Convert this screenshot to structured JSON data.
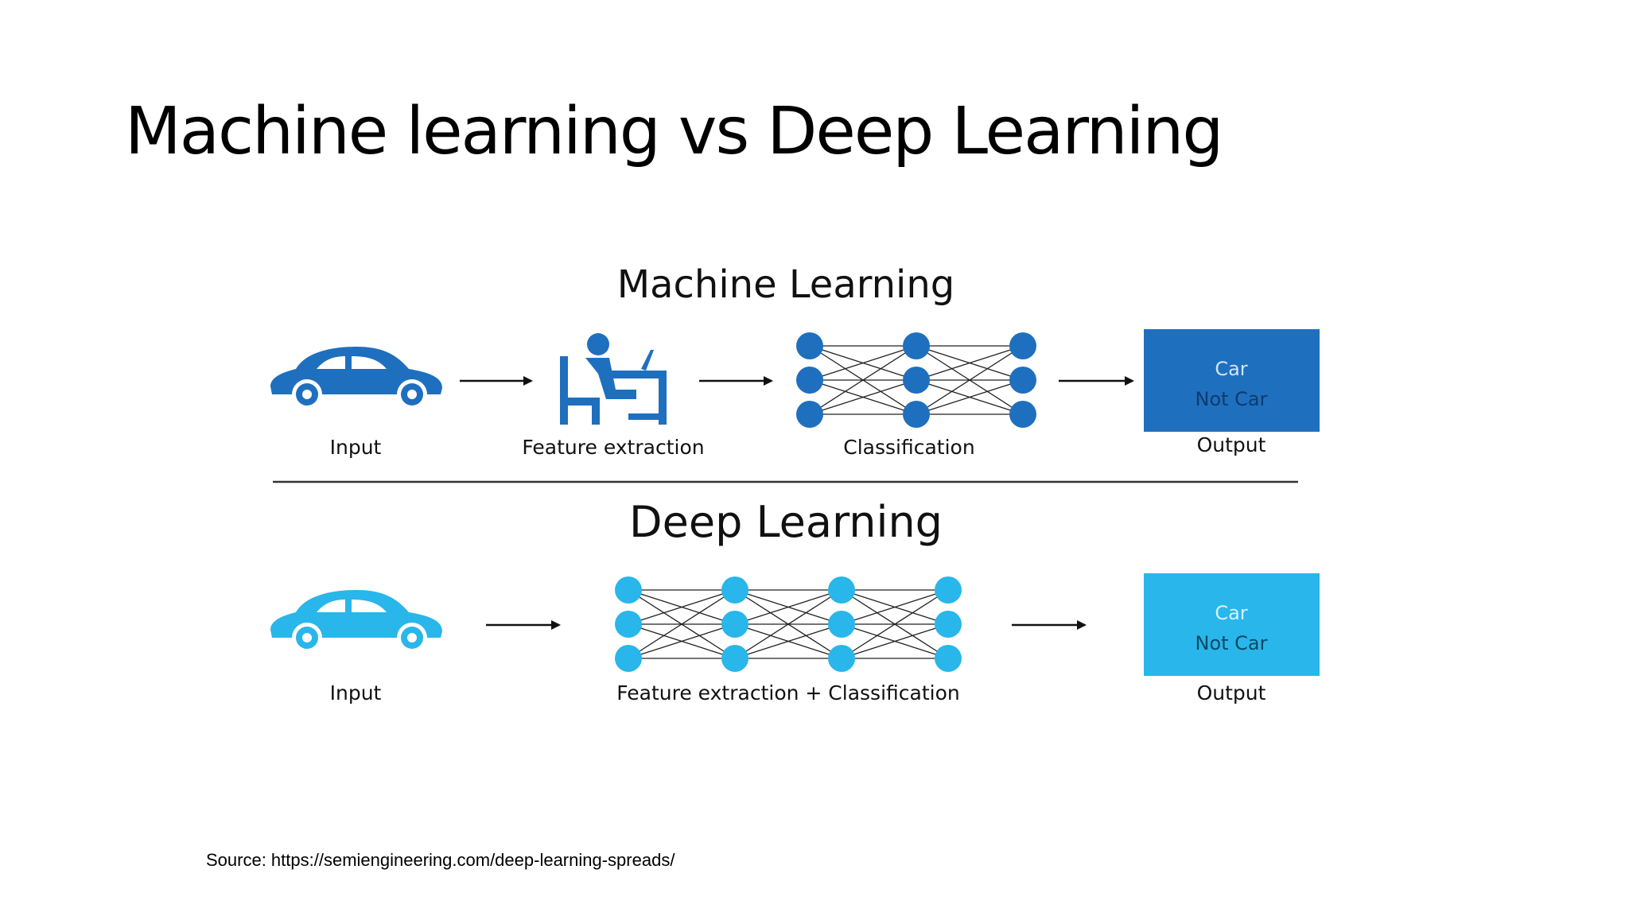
{
  "slide": {
    "title": "Machine learning vs Deep Learning",
    "source": "Source: https://semiengineering.com/deep-learning-spreads/"
  },
  "colors": {
    "ml_blue": "#1f6fbf",
    "dl_blue": "#29b6ea",
    "arrow": "#111111",
    "text": "#111111",
    "divider": "#333333"
  },
  "machine_learning": {
    "heading": "Machine Learning",
    "stages": {
      "input": "Input",
      "feature_extraction": "Feature extraction",
      "classification": "Classification",
      "output": "Output"
    },
    "output_box": {
      "line1": "Car",
      "line2": "Not Car"
    },
    "network_columns": 3,
    "nodes_per_column": 3,
    "icons": [
      "car-icon",
      "person-at-desk-icon",
      "neural-network-icon"
    ]
  },
  "deep_learning": {
    "heading": "Deep Learning",
    "stages": {
      "input": "Input",
      "feature_classification": "Feature extraction + Classification",
      "output": "Output"
    },
    "output_box": {
      "line1": "Car",
      "line2": "Not Car"
    },
    "network_columns": 4,
    "nodes_per_column": 3,
    "icons": [
      "car-icon",
      "neural-network-icon"
    ]
  }
}
